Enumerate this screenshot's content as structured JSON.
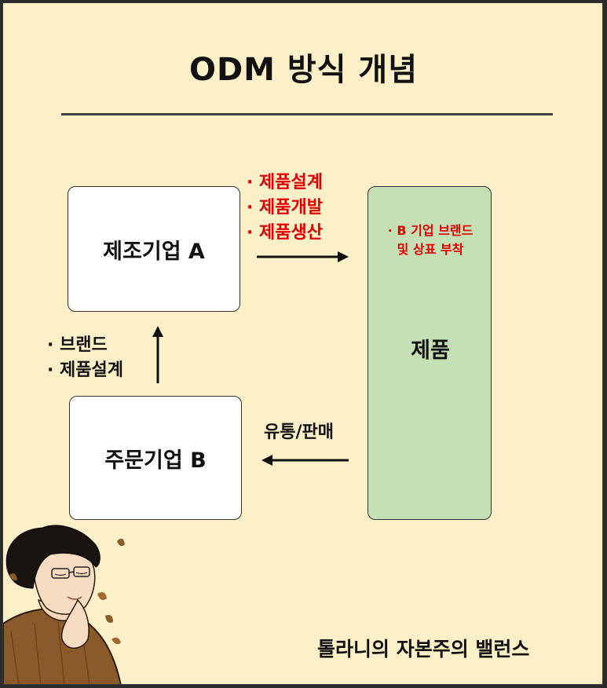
{
  "title": "ODM 방식 개념",
  "manufacturer_box": {
    "label": "제조기업 A"
  },
  "orderer_box": {
    "label": "주문기업 B"
  },
  "product_box": {
    "label": "제품",
    "note_line1": "· B 기업 브랜드",
    "note_line2": "및 상표 부착"
  },
  "manufacturing_steps": [
    "· 제품설계",
    "· 제품개발",
    "· 제품생산"
  ],
  "orderer_provides": [
    "· 브랜드",
    "· 제품설계"
  ],
  "distribution_label": "유통/판매",
  "credit": "톨라니의 자본주의 밸런스",
  "colors": {
    "background": "#fdf0c9",
    "product_fill": "#c5e0b4",
    "highlight_text": "#e00000",
    "box_fill": "#ffffff"
  },
  "icons": [
    "arrow-right-icon",
    "arrow-up-icon",
    "arrow-left-icon",
    "thinking-man-illustration",
    "falling-leaf-icon"
  ]
}
